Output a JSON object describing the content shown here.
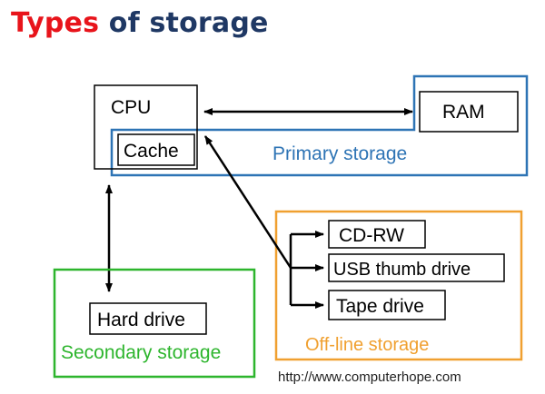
{
  "title": {
    "word1": "Types",
    "word2": "of storage"
  },
  "colors": {
    "title_red": "#e8141b",
    "title_navy": "#1f3864",
    "primary": "#2e74b5",
    "secondary": "#2db52d",
    "offline": "#f0a030",
    "box_border": "#000000"
  },
  "diagram": {
    "cpu": "CPU",
    "cache": "Cache",
    "ram": "RAM",
    "primary_label": "Primary storage",
    "hard_drive": "Hard drive",
    "secondary_label": "Secondary storage",
    "cd_rw": "CD-RW",
    "usb": "USB thumb drive",
    "tape": "Tape drive",
    "offline_label": "Off-line storage",
    "url": "http://www.computerhope.com"
  }
}
